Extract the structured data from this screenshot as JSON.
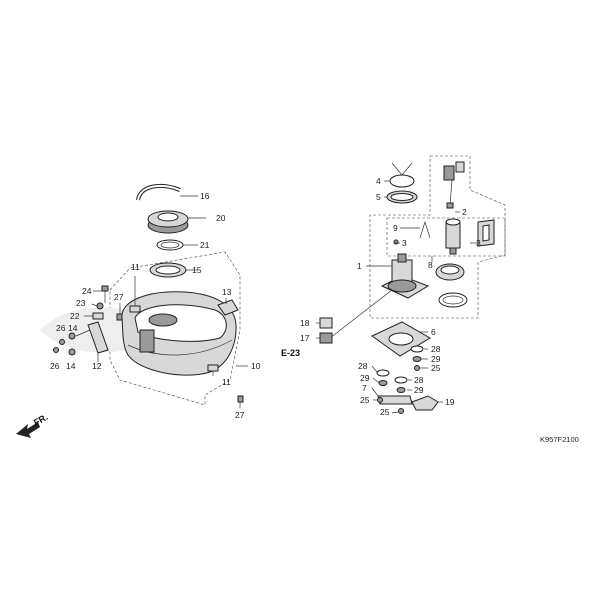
{
  "diagram": {
    "callouts": {
      "c1": "1",
      "c2": "2",
      "c3a": "3",
      "c3b": "3",
      "c4": "4",
      "c5": "5",
      "c6": "6",
      "c7": "7",
      "c8": "8",
      "c9": "9",
      "c10": "10",
      "c11a": "11",
      "c11b": "11",
      "c12": "12",
      "c13": "13",
      "c14a": "14",
      "c14b": "14",
      "c15": "15",
      "c16": "16",
      "c17": "17",
      "c18": "18",
      "c19": "19",
      "c20": "20",
      "c21": "21",
      "c22": "22",
      "c23": "23",
      "c24": "24",
      "c25a": "25",
      "c25b": "25",
      "c25c": "25",
      "c26a": "26",
      "c26b": "26",
      "c27a": "27",
      "c27b": "27",
      "c28a": "28",
      "c28b": "28",
      "c28c": "28",
      "c29a": "29",
      "c29b": "29",
      "c29c": "29"
    },
    "reference": "E-23",
    "front_mark": "FR.",
    "drawing_code": "K957F2100"
  }
}
